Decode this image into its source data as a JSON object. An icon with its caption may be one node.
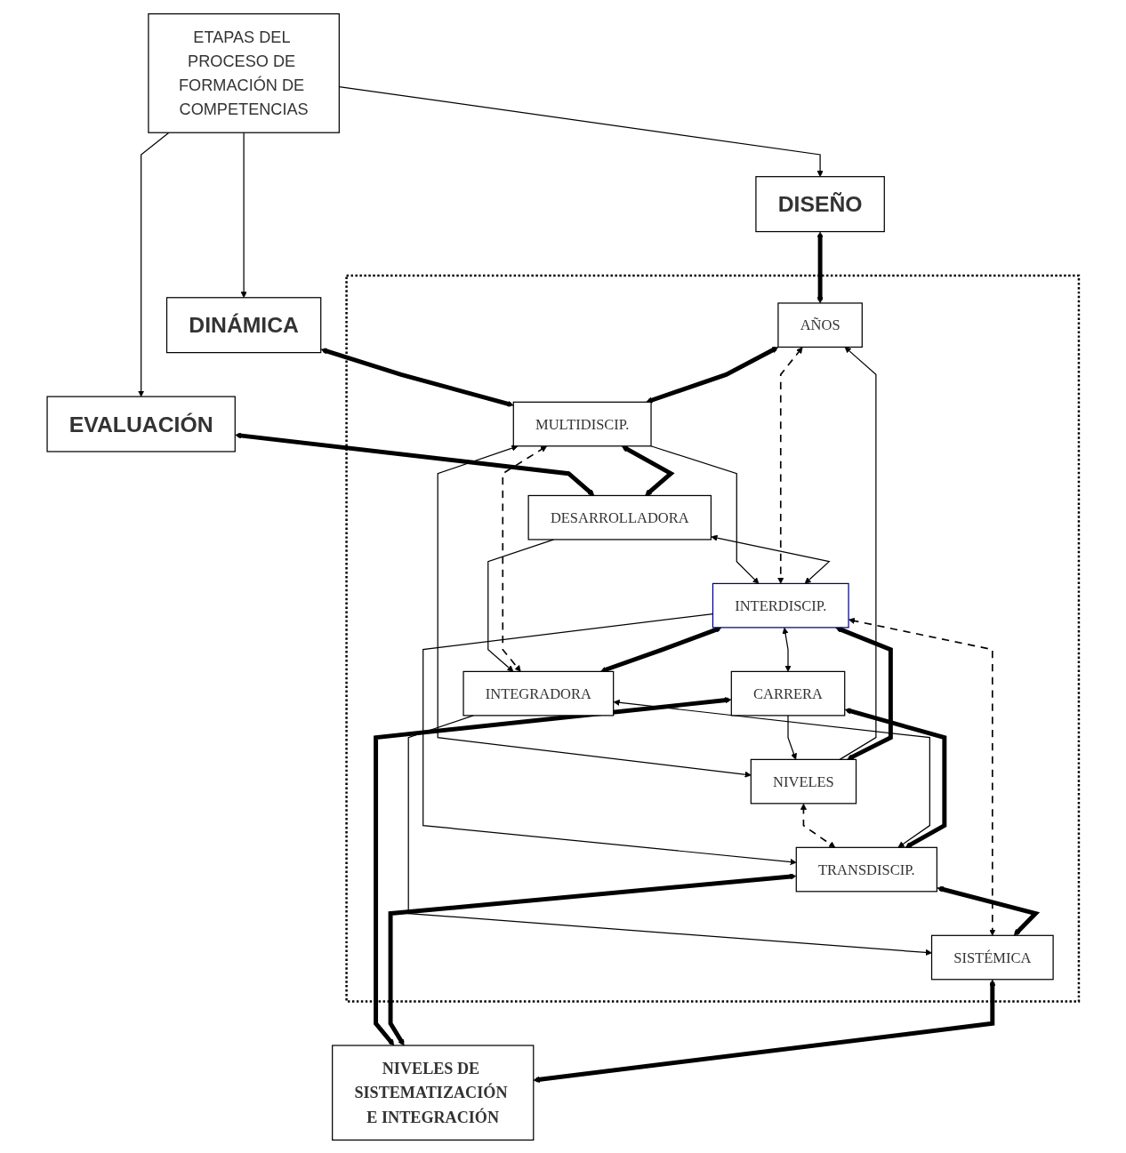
{
  "diagram": {
    "nodes": [
      {
        "text": [
          "ETAPAS DEL PROCESO DE FORMACIÓN DE COMPETENCIAS"
        ]
      },
      {
        "text": [
          "DISEÑO"
        ]
      },
      {
        "text": [
          "DINÁMICA"
        ]
      },
      {
        "text": [
          "EVALUACIÓN"
        ]
      },
      {
        "text": [],
        "shape": "box"
      },
      {
        "text": [
          "AÑOS"
        ],
        "in": 4
      },
      {
        "text": [
          "MULTIDISCIP."
        ],
        "in": 4
      },
      {
        "text": [
          "DESARROLLADORA"
        ],
        "in": 4
      },
      {
        "text": [
          "NIVELES"
        ],
        "in": 4
      },
      {
        "text": [
          "INTERDISCIP."
        ],
        "in": 4
      },
      {
        "text": [
          "INTEGRADORA"
        ],
        "in": 4
      },
      {
        "text": [
          "CARRERA"
        ],
        "in": 4
      },
      {
        "text": [
          "TRANSDISCIP."
        ],
        "in": 4
      },
      {
        "text": [
          "SISTÉMICA"
        ],
        "in": 4
      },
      {
        "text": [
          "NIVELES DE SISTEMATIZACIÓN E INTEGRACIÓN"
        ]
      }
    ],
    "edges": [
      {
        "from": 0,
        "to": 1,
        "arrow": "to"
      },
      {
        "from": 0,
        "to": 2,
        "arrow": "to"
      },
      {
        "from": 0,
        "to": 3,
        "arrow": "to"
      },
      {
        "from": 1,
        "to": 5,
        "arrow": "both",
        "style": "thick"
      },
      {
        "from": 2,
        "to": 6,
        "arrow": "both",
        "style": "thick"
      },
      {
        "from": 3,
        "to": 7,
        "arrow": "both",
        "style": "thick"
      },
      {
        "from": 5,
        "to": 6,
        "arrow": "both",
        "style": "thick"
      },
      {
        "from": 6,
        "to": 7,
        "arrow": "both",
        "style": "thick"
      },
      {
        "from": 8,
        "to": 5,
        "arrow": "to"
      },
      {
        "from": 6,
        "to": 9,
        "arrow": "to"
      },
      {
        "from": 7,
        "to": 10,
        "arrow": "to"
      },
      {
        "from": 5,
        "to": 9,
        "arrow": "both",
        "style": "dashed"
      },
      {
        "from": 6,
        "to": 8,
        "arrow": "both"
      },
      {
        "from": 6,
        "to": 10,
        "arrow": "both",
        "style": "dashed"
      },
      {
        "from": 7,
        "to": 9,
        "arrow": "both"
      },
      {
        "from": 8,
        "to": 9,
        "arrow": "both",
        "style": "thick"
      },
      {
        "from": 9,
        "to": 10,
        "arrow": "both",
        "style": "thick"
      },
      {
        "from": 11,
        "to": 8,
        "arrow": "to"
      },
      {
        "from": 9,
        "to": 12,
        "arrow": "to"
      },
      {
        "from": 10,
        "to": 13,
        "arrow": "to"
      },
      {
        "from": 8,
        "to": 12,
        "arrow": "both",
        "style": "dashed"
      },
      {
        "from": 9,
        "to": 11,
        "arrow": "both"
      },
      {
        "from": 9,
        "to": 13,
        "arrow": "both",
        "style": "dashed"
      },
      {
        "from": 10,
        "to": 12,
        "arrow": "both"
      },
      {
        "from": 11,
        "to": 12,
        "arrow": "both",
        "style": "thick"
      },
      {
        "from": 12,
        "to": 13,
        "arrow": "both",
        "style": "thick"
      },
      {
        "from": 11,
        "to": 14,
        "arrow": "both",
        "style": "thick"
      },
      {
        "from": 12,
        "to": 14,
        "arrow": "both",
        "style": "thick"
      },
      {
        "from": 13,
        "to": 14,
        "arrow": "both",
        "style": "thick"
      }
    ]
  }
}
